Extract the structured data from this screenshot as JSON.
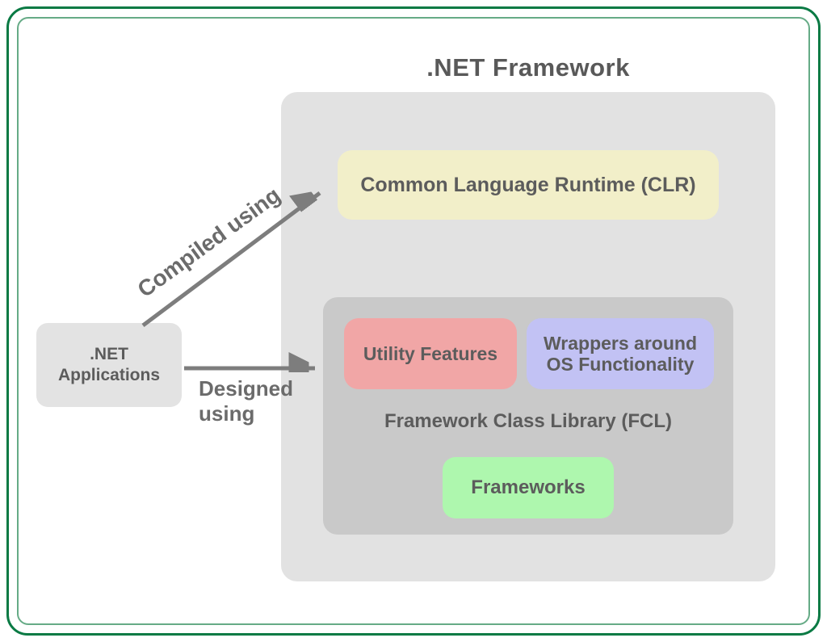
{
  "title": ".NET Framework",
  "boxes": {
    "clr": "Common Language Runtime (CLR)",
    "fcl": "Framework Class Library (FCL)",
    "utility": "Utility Features",
    "wrappers_line1": "Wrappers around",
    "wrappers_line2": "OS Functionality",
    "frameworks": "Frameworks",
    "app_line1": ".NET",
    "app_line2": "Applications"
  },
  "arrows": {
    "compiled": "Compiled using",
    "designed_line1": "Designed",
    "designed_line2": "using"
  },
  "colors": {
    "border_outer_green": "#0a7a44",
    "border_inner_green": "#66ab86",
    "framework_container_gray": "#e2e2e2",
    "fcl_container_gray": "#c9c9c9",
    "clr_yellow": "#f2efc9",
    "utility_red": "#f1a6a6",
    "wrappers_blue": "#c2c2f4",
    "frameworks_green": "#aef7ae",
    "app_gray": "#e3e3e3",
    "text_gray": "#5c5c5c",
    "arrow_gray": "#7d7d7d"
  }
}
